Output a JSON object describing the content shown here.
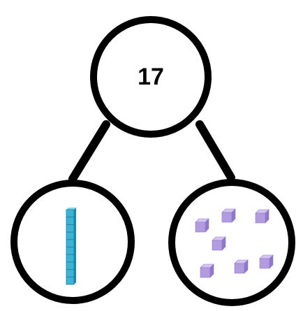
{
  "whole": {
    "value": "17"
  },
  "parts": {
    "tens": {
      "model": "ten-rod",
      "count": 1,
      "rod_units": 10,
      "color": "#39b3d6"
    },
    "ones": {
      "model": "unit-cube",
      "count": 7,
      "color": "#b39be0"
    }
  },
  "colors": {
    "outline": "#000000",
    "background": "#ffffff"
  }
}
